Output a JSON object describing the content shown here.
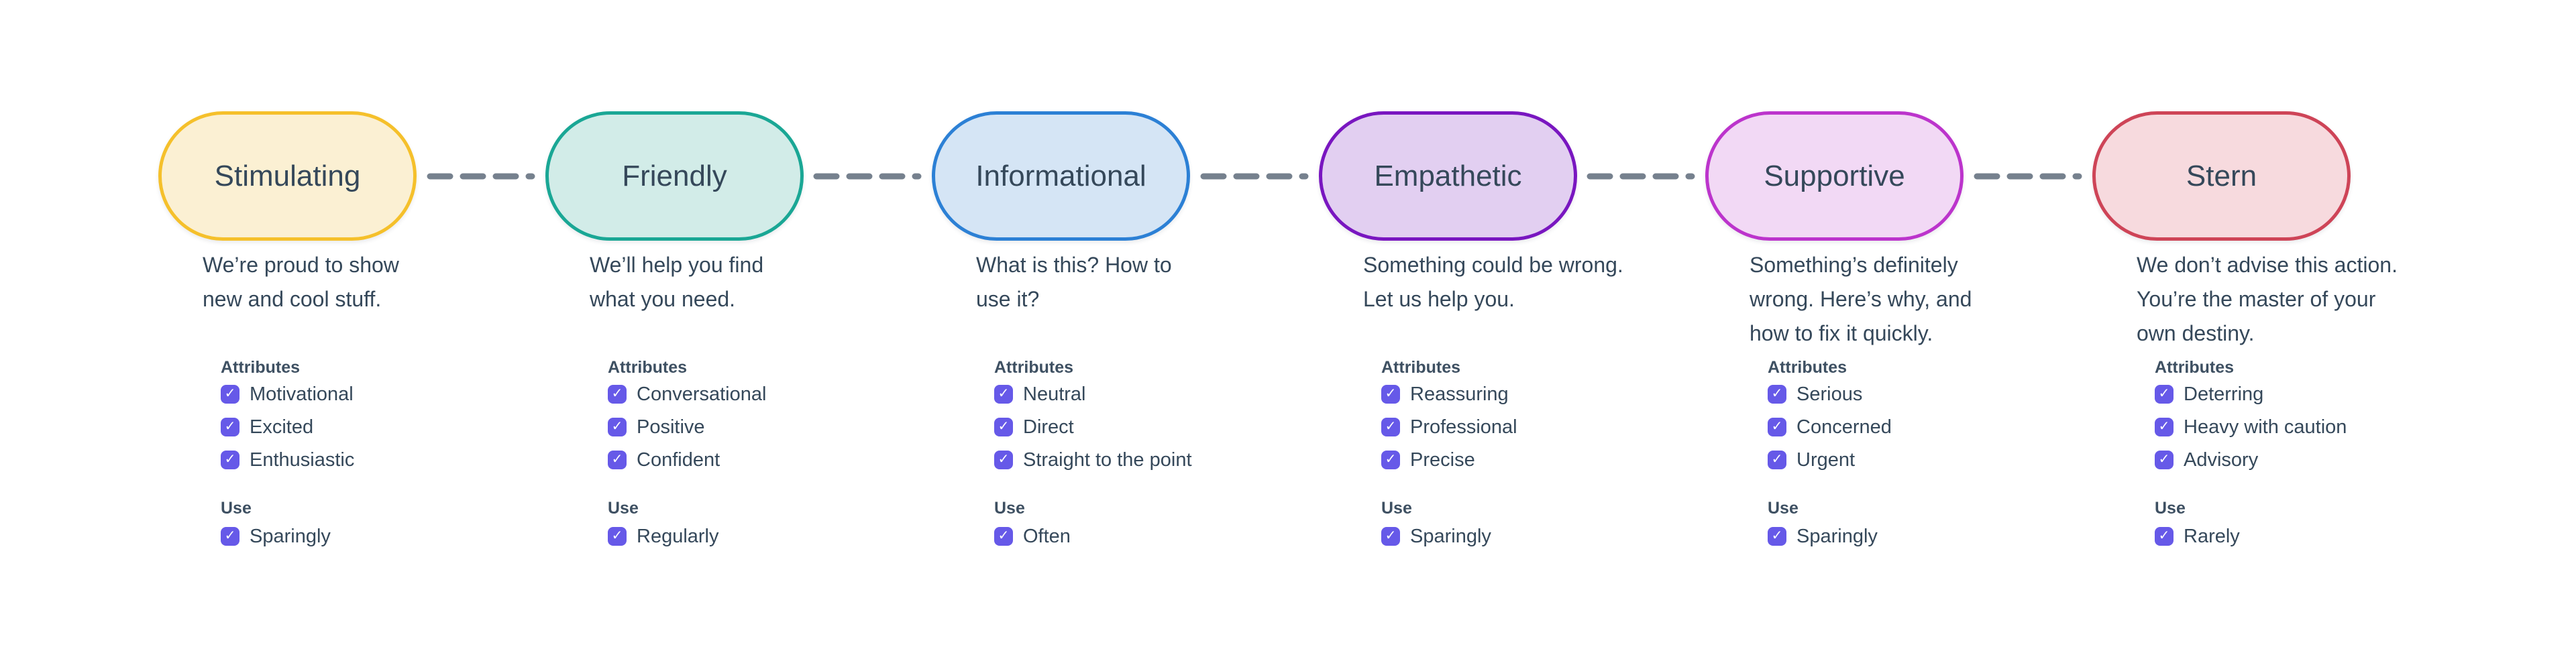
{
  "palette": {
    "text": "#35485A",
    "checkbox_fill": "#6659E8",
    "checkmark": "#FFFFFF",
    "connector": "#76818E",
    "background": "#FFFFFF"
  },
  "labels": {
    "attributes": "Attributes",
    "use": "Use",
    "check_glyph": "✓"
  },
  "stages": [
    {
      "title": "Stimulating",
      "border_color": "#F5C02B",
      "fill_color": "#FBF0D3",
      "desc_lines": [
        "We’re proud to show",
        "new and cool stuff."
      ],
      "attributes": [
        "Motivational",
        "Excited",
        "Enthusiastic"
      ],
      "use": "Sparingly"
    },
    {
      "title": "Friendly",
      "border_color": "#1AA795",
      "fill_color": "#D2ECE8",
      "desc_lines": [
        "We’ll help you find",
        "what you need."
      ],
      "attributes": [
        "Conversational",
        "Positive",
        "Confident"
      ],
      "use": "Regularly"
    },
    {
      "title": "Informational",
      "border_color": "#2C80D5",
      "fill_color": "#D5E5F5",
      "desc_lines": [
        "What is this? How to",
        "use it?"
      ],
      "attributes": [
        "Neutral",
        "Direct",
        "Straight to the point"
      ],
      "use": "Often"
    },
    {
      "title": "Empathetic",
      "border_color": "#7916C0",
      "fill_color": "#E2CFF1",
      "desc_lines": [
        "Something could be wrong.",
        "Let us help you."
      ],
      "attributes": [
        "Reassuring",
        "Professional",
        "Precise"
      ],
      "use": "Sparingly"
    },
    {
      "title": "Supportive",
      "border_color": "#BC34CC",
      "fill_color": "#F2D9F5",
      "desc_lines": [
        "Something’s definitely",
        "wrong. Here’s why, and",
        "how to fix it quickly."
      ],
      "attributes": [
        "Serious",
        "Concerned",
        "Urgent"
      ],
      "use": "Sparingly"
    },
    {
      "title": "Stern",
      "border_color": "#CE4457",
      "fill_color": "#F7DADE",
      "desc_lines": [
        "We don’t advise this action.",
        "You’re the master of your",
        "own destiny."
      ],
      "attributes": [
        "Deterring",
        "Heavy with caution",
        "Advisory"
      ],
      "use": "Rarely"
    }
  ]
}
